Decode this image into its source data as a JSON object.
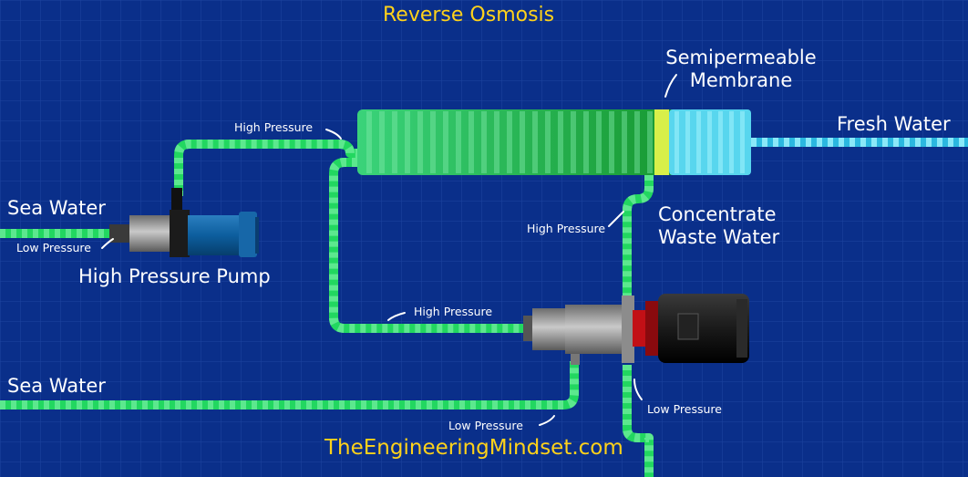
{
  "title": "Reverse Osmosis",
  "website": "TheEngineeringMindset.com",
  "labels": {
    "membrane": [
      "Semipermeable",
      "Membrane"
    ],
    "fresh_water": "Fresh Water",
    "sea_water_top": "Sea Water",
    "low_pressure_pump_inlet": "Low Pressure",
    "high_pressure_pump": "High Pressure Pump",
    "high_pressure_to_membrane": "High Pressure",
    "high_pressure_concentrate": "High Pressure",
    "concentrate": [
      "Concentrate",
      "Waste Water"
    ],
    "high_pressure_to_exchanger": "High Pressure",
    "sea_water_bottom": "Sea Water",
    "low_pressure_sea": "Low Pressure",
    "low_pressure_outlet": "Low Pressure"
  },
  "colors": {
    "background": "#0a2f8a",
    "title": "#ffd21a",
    "pipe_green": "#22d760",
    "pipe_light": "#5ce88e",
    "fresh_pipe": "#58d6ee",
    "membrane_gradient_start": "#3ad37a",
    "membrane_gradient_end": "#0f8a1f",
    "membrane_layer": "#d8ef4a"
  }
}
